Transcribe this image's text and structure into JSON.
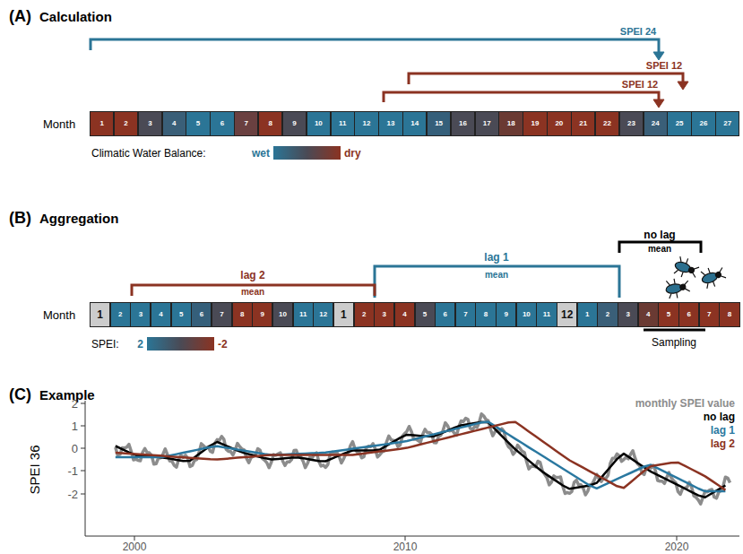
{
  "diagram": {
    "nodes": [
      {
        "text": [
          "1"
        ]
      },
      {
        "text": [
          "2"
        ]
      },
      {
        "text": [
          "3"
        ]
      },
      {
        "text": [
          "4"
        ]
      },
      {
        "text": [
          "5"
        ]
      },
      {
        "text": [
          "6"
        ]
      },
      {
        "text": [
          "7"
        ]
      },
      {
        "text": [
          "8"
        ]
      },
      {
        "text": [
          "9"
        ]
      },
      {
        "text": [
          "10"
        ]
      },
      {
        "text": [
          "11"
        ]
      },
      {
        "text": [
          "12"
        ]
      },
      {
        "text": [
          "13"
        ]
      },
      {
        "text": [
          "14"
        ]
      },
      {
        "text": [
          "15"
        ]
      },
      {
        "text": [
          "16"
        ]
      },
      {
        "text": [
          "17"
        ]
      },
      {
        "text": [
          "18"
        ]
      },
      {
        "text": [
          "19"
        ]
      },
      {
        "text": [
          "20"
        ]
      },
      {
        "text": [
          "21"
        ]
      },
      {
        "text": [
          "22"
        ]
      },
      {
        "text": [
          "23"
        ]
      },
      {
        "text": [
          "24"
        ]
      },
      {
        "text": [
          "25"
        ]
      },
      {
        "text": [
          "26"
        ]
      },
      {
        "text": [
          "27"
        ]
      },
      {
        "text": [
          "1"
        ]
      },
      {
        "text": [
          "2"
        ]
      },
      {
        "text": [
          "3"
        ]
      },
      {
        "text": [
          "4"
        ]
      },
      {
        "text": [
          "5"
        ]
      },
      {
        "text": [
          "6"
        ]
      },
      {
        "text": [
          "7"
        ]
      },
      {
        "text": [
          "8"
        ]
      },
      {
        "text": [
          "9"
        ]
      },
      {
        "text": [
          "10"
        ]
      },
      {
        "text": [
          "11"
        ]
      },
      {
        "text": [
          "12"
        ]
      },
      {
        "text": [
          "1"
        ]
      },
      {
        "text": [
          "2"
        ]
      },
      {
        "text": [
          "3"
        ]
      },
      {
        "text": [
          "4"
        ]
      },
      {
        "text": [
          "5"
        ]
      },
      {
        "text": [
          "6"
        ]
      },
      {
        "text": [
          "7"
        ]
      },
      {
        "text": [
          "8"
        ]
      },
      {
        "text": [
          "9"
        ]
      },
      {
        "text": [
          "10"
        ]
      },
      {
        "text": [
          "11"
        ]
      },
      {
        "text": [
          "12"
        ]
      },
      {
        "text": [
          "1"
        ]
      },
      {
        "text": [
          "2"
        ]
      },
      {
        "text": [
          "3"
        ]
      },
      {
        "text": [
          "4"
        ]
      },
      {
        "text": [
          "5"
        ]
      },
      {
        "text": [
          "6"
        ]
      },
      {
        "text": [
          "7"
        ]
      },
      {
        "text": [
          "8"
        ]
      }
    ],
    "labels": [
      "(A)",
      "Calculation",
      "SPEI 24",
      "SPEI 12",
      "SPEI 12",
      "Month",
      "Climatic Water Balance:",
      "wet",
      "dry",
      "(B)",
      "Aggregation",
      "no lag",
      "mean",
      "lag 1",
      "mean",
      "lag 2",
      "mean",
      "Month",
      "SPEI:",
      "2",
      "-2",
      "Sampling",
      "(C)",
      "Example",
      "SPEI 36",
      "2",
      "1",
      "0",
      "-1",
      "-2",
      "2000",
      "2010",
      "2020"
    ],
    "legend": [
      {
        "text": "monthly SPEI value",
        "color": "#8c8c8c"
      },
      {
        "text": "no lag",
        "color": "#000000"
      },
      {
        "text": "lag 1",
        "color": "#2a78a0"
      },
      {
        "text": "lag 2",
        "color": "#8b3322"
      }
    ]
  }
}
